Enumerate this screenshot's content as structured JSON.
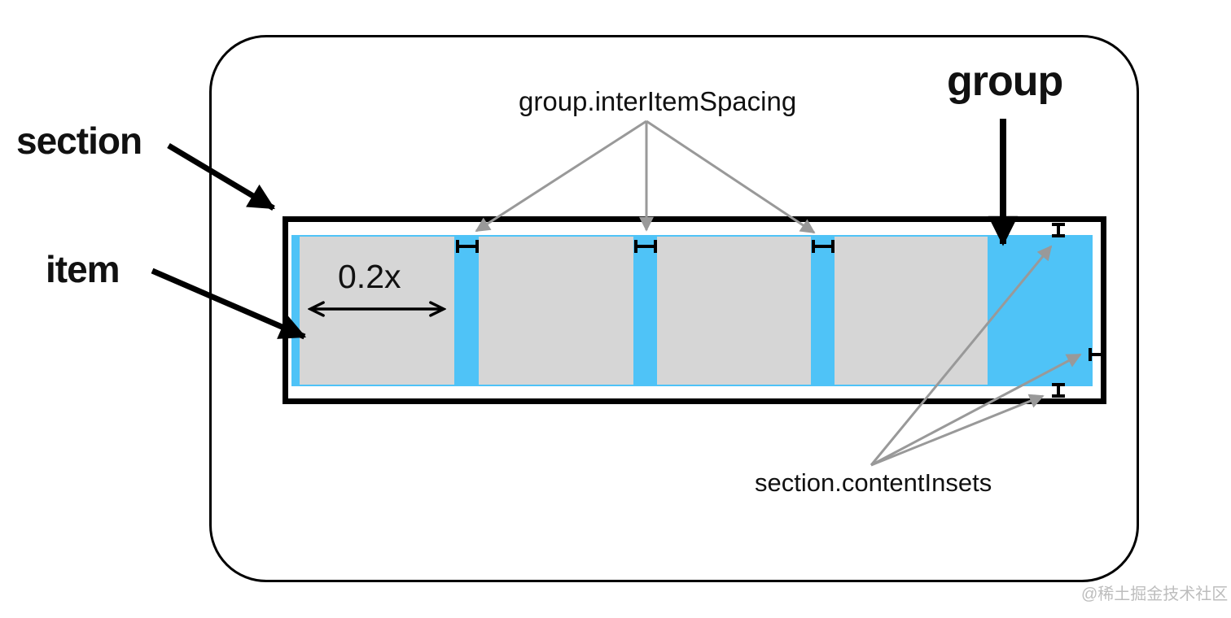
{
  "labels": {
    "section": "section",
    "item": "item",
    "group": "group",
    "inter_item_spacing": "group.interItemSpacing",
    "content_insets": "section.contentInsets",
    "item_width": "0.2x"
  },
  "watermark": {
    "text": "@稀土掘金技术社区"
  },
  "colors": {
    "group_blue": "#4FC3F7",
    "item_gray": "#D6D6D6",
    "annotation_gray": "#999999",
    "ink_black": "#000000",
    "watermark_gray": "#BDBDBD"
  },
  "structure": {
    "item_count": 4,
    "inter_item_gap_count": 3,
    "content_inset_marker_count": 3
  }
}
